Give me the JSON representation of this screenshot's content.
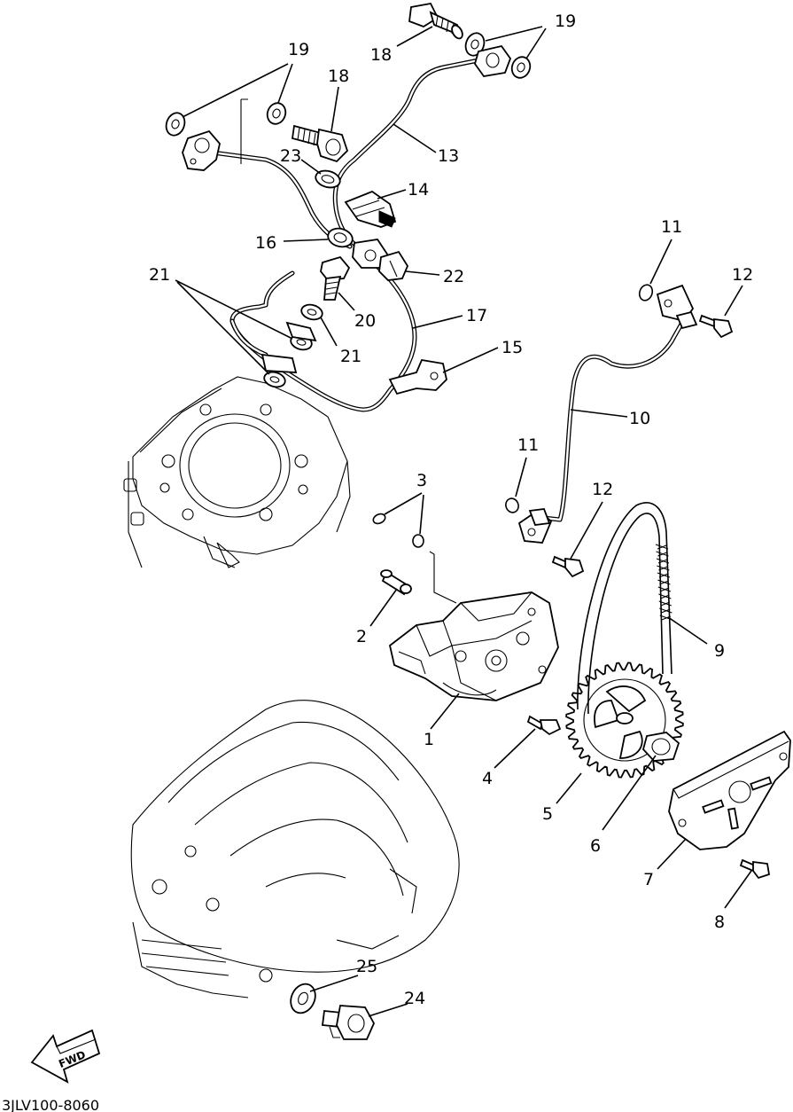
{
  "drawing_code": "3JLV100-8060",
  "fwd_label": "FWD",
  "callouts": {
    "c1": "1",
    "c2": "2",
    "c3": "3",
    "c4": "4",
    "c5": "5",
    "c6": "6",
    "c7": "7",
    "c8": "8",
    "c9": "9",
    "c10": "10",
    "c11a": "11",
    "c11b": "11",
    "c12a": "12",
    "c12b": "12",
    "c13": "13",
    "c14": "14",
    "c15": "15",
    "c16": "16",
    "c17": "17",
    "c18a": "18",
    "c18b": "18",
    "c19a": "19",
    "c19b": "19",
    "c20": "20",
    "c21a": "21",
    "c21b": "21",
    "c22": "22",
    "c23": "23",
    "c24": "24",
    "c25": "25"
  }
}
